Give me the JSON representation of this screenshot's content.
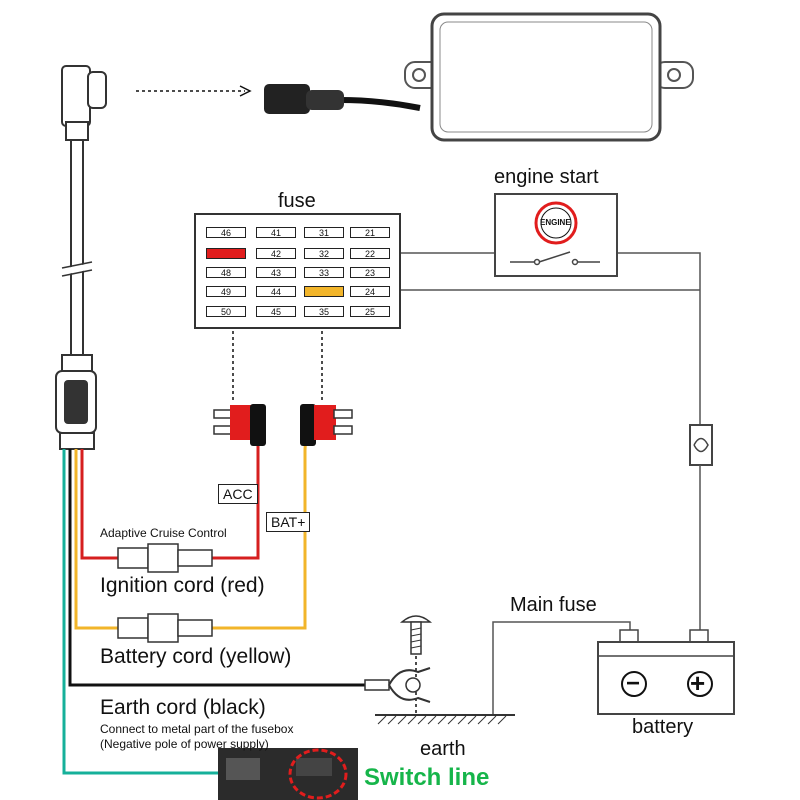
{
  "labels": {
    "fuse": "fuse",
    "engine_start": "engine start",
    "engine_badge": "ENGINE",
    "acc": "ACC",
    "bat": "BAT+",
    "adaptive_cruise": "Adaptive Cruise Control",
    "ignition_cord": "Ignition cord (red)",
    "battery_cord": "Battery cord (yellow)",
    "earth_cord": "Earth cord (black)",
    "connect_note_1": "Connect to metal part of the fusebox",
    "connect_note_2": "(Negative pole of power supply)",
    "main_fuse": "Main fuse",
    "battery": "battery",
    "earth": "earth",
    "switch_line": "Switch line",
    "minus": "−",
    "plus": "+"
  },
  "fuse_box": {
    "rows": [
      [
        "46",
        "41",
        "31",
        "21"
      ],
      [
        "",
        "42",
        "32",
        "22"
      ],
      [
        "48",
        "43",
        "33",
        "23"
      ],
      [
        "49",
        "44",
        "",
        "24"
      ],
      [
        "50",
        "45",
        "35",
        "25"
      ]
    ],
    "highlight_red": "row2-col1",
    "highlight_amber": "row4-col3"
  },
  "colors": {
    "ignition_wire": "#d61f1f",
    "battery_wire": "#f2b52a",
    "earth_wire": "#111111",
    "switch_wire": "#16b09a",
    "switch_text": "#16b54a"
  },
  "icons": [
    "engine-start-button-icon",
    "screw-icon",
    "ring-terminal-icon",
    "ground-hatch-icon",
    "inline-fuse-icon",
    "connector-plug-icon",
    "device-box-icon"
  ]
}
